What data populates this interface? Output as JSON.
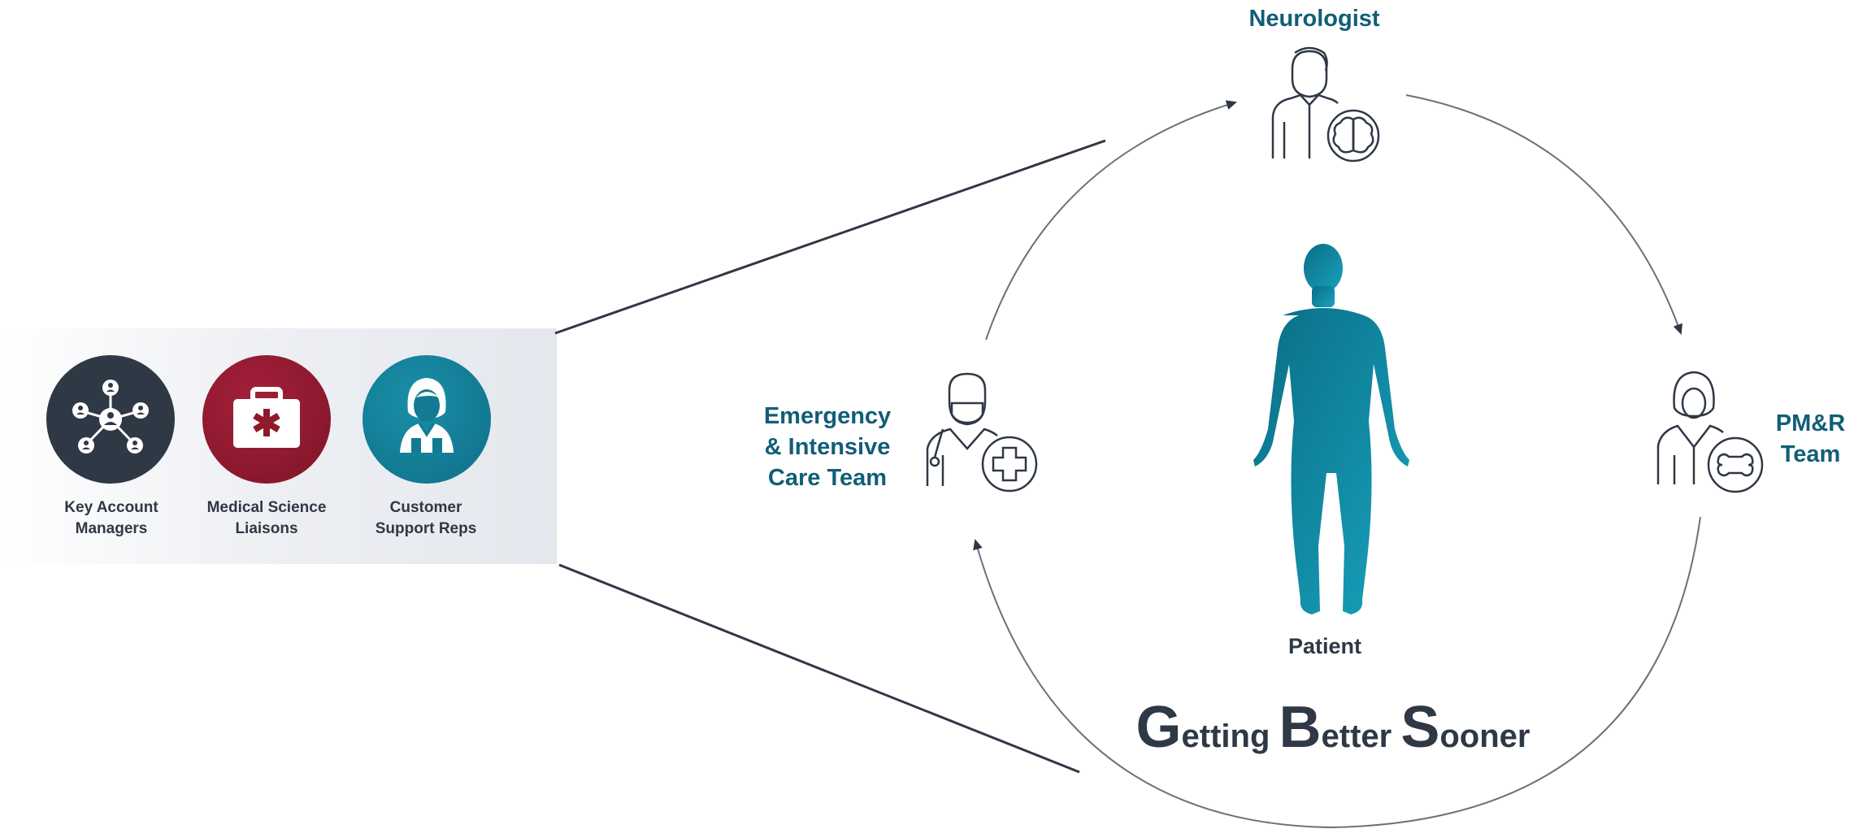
{
  "roles": [
    {
      "line1": "Key Account",
      "line2": "Managers",
      "icon": "network-people-icon",
      "color": "#2f3845"
    },
    {
      "line1": "Medical Science",
      "line2": "Liaisons",
      "icon": "medical-bag-icon",
      "color": "#8e1a2c"
    },
    {
      "line1": "Customer",
      "line2": "Support Reps",
      "icon": "support-woman-icon",
      "color": "#137a93"
    }
  ],
  "care_team": {
    "neurologist": "Neurologist",
    "emergency": {
      "line1": "Emergency",
      "line2": "& Intensive",
      "line3": "Care Team"
    },
    "pmr": {
      "line1": "PM&R",
      "line2": "Team"
    }
  },
  "patient_label": "Patient",
  "tagline": {
    "w1_initial": "G",
    "w1_rest": "etting",
    "w2_initial": "B",
    "w2_rest": "etter",
    "w3_initial": "S",
    "w3_rest": "ooner"
  },
  "colors": {
    "teal_text": "#115e78",
    "dark": "#2f3845",
    "figure_teal": "#0f8ca6"
  }
}
